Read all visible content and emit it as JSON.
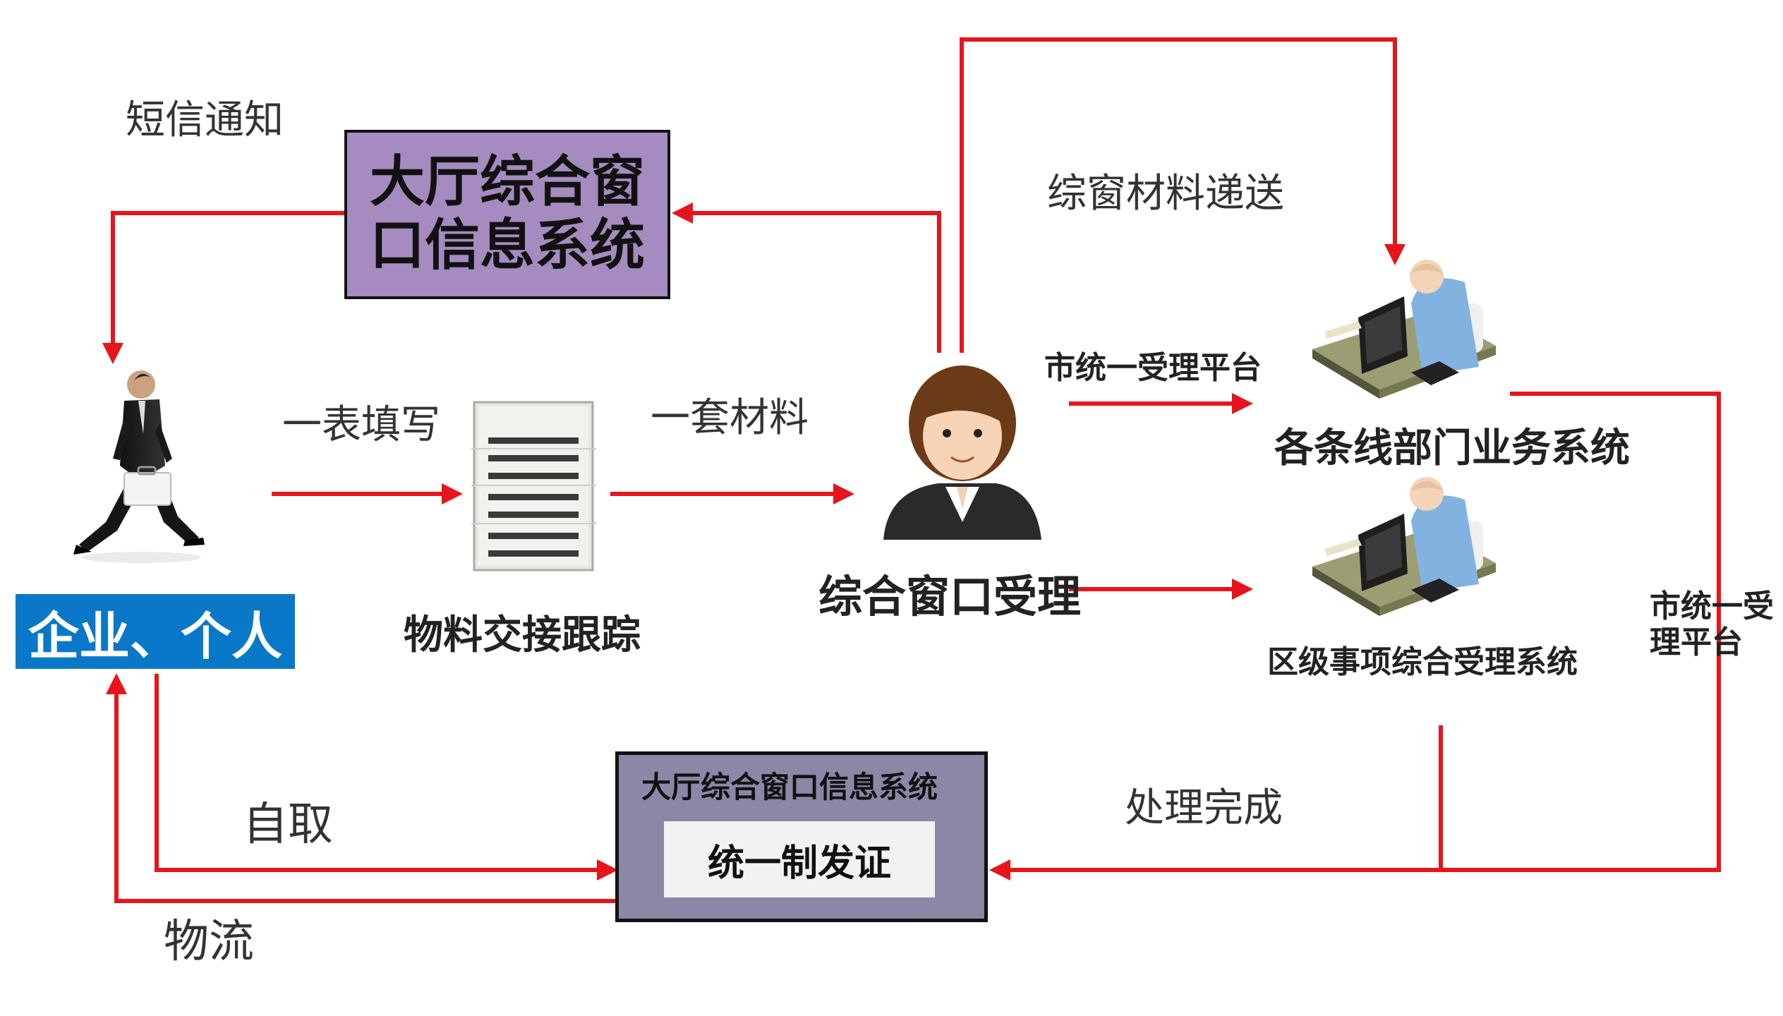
{
  "nodes": {
    "hall_system": "大厅综合窗\n口信息系统",
    "enterprise": "企业、个人",
    "material_tracking": "物料交接跟踪",
    "window_accept": "综合窗口受理",
    "line_dept_system": "各条线部门业务系统",
    "district_system": "区级事项综合受理系统",
    "cert_system_title": "大厅综合窗口信息系统",
    "cert_unified": "统一制发证"
  },
  "edges": {
    "sms_notify": "短信通知",
    "one_form": "一表填写",
    "one_set": "一套材料",
    "material_delivery": "综窗材料递送",
    "city_platform_1": "市统一受理平台",
    "city_platform_2": "市统一受\n理平台",
    "done": "处理完成",
    "self_pickup": "自取",
    "logistics": "物流"
  },
  "colors": {
    "arrow": "#e8141c",
    "hall_box": "#a58bbf",
    "cert_box": "#8c87a6",
    "enterprise_box": "#0a78c8"
  },
  "icons": [
    "businessman-icon",
    "document-stack-icon",
    "female-clerk-icon",
    "workstation-icon"
  ]
}
